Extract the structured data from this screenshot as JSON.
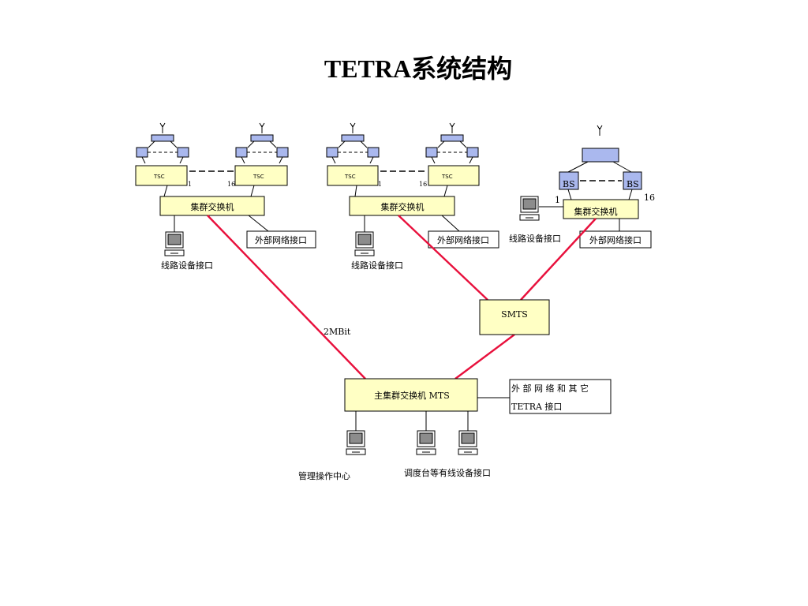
{
  "title": "TETRA系统结构",
  "nodes": {
    "cluster1_switch": "集群交换机",
    "cluster2_switch": "集群交换机",
    "cluster3_switch": "集群交换机",
    "smts": "SMTS",
    "mts": "主集群交换机 MTS"
  },
  "tsc_label": "TSC",
  "bs_label": "BS",
  "labels": {
    "ext_net_interface": "外部网络接口",
    "line_device_interface": "线路设备接口",
    "link_rate": "2MBit",
    "mgmt_center": "管理操作中心",
    "dispatch_interface": "调度台等有线设备接口",
    "ext_tetra_line1": "外 部 网 络 和 其 它",
    "ext_tetra_line2": "TETRA 接口",
    "num_1": "1",
    "num_16": "16"
  }
}
